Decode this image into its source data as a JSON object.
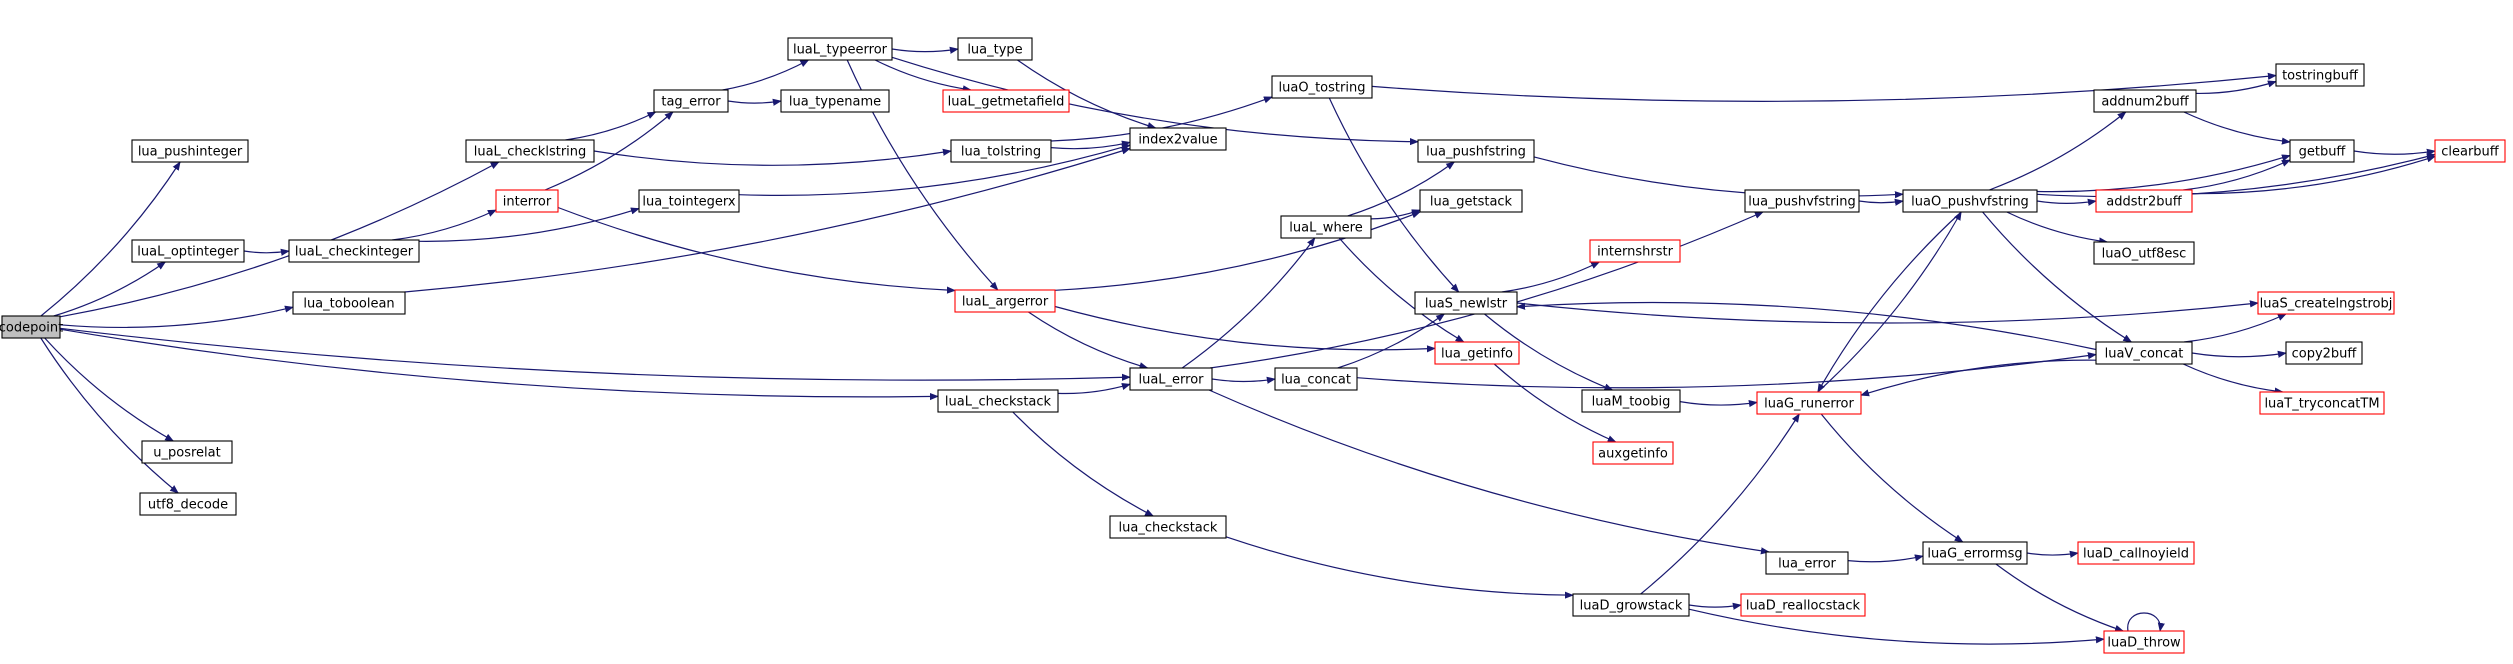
{
  "colors": {
    "edge": "#191970",
    "node_border": "#000000",
    "truncated_border": "#ff0000",
    "root_fill": "#bfbfbf"
  },
  "nodes": [
    {
      "id": "codepoint",
      "label": "codepoint",
      "root": true
    },
    {
      "id": "lua_pushinteger",
      "label": "lua_pushinteger"
    },
    {
      "id": "luaL_optinteger",
      "label": "luaL_optinteger"
    },
    {
      "id": "u_posrelat",
      "label": "u_posrelat"
    },
    {
      "id": "utf8_decode",
      "label": "utf8_decode"
    },
    {
      "id": "luaL_checklstring",
      "label": "luaL_checklstring"
    },
    {
      "id": "luaL_checkinteger",
      "label": "luaL_checkinteger"
    },
    {
      "id": "lua_toboolean",
      "label": "lua_toboolean"
    },
    {
      "id": "luaL_checkstack",
      "label": "luaL_checkstack"
    },
    {
      "id": "tag_error",
      "label": "tag_error"
    },
    {
      "id": "interror",
      "label": "interror",
      "red": true
    },
    {
      "id": "luaL_typeerror",
      "label": "luaL_typeerror"
    },
    {
      "id": "lua_typename",
      "label": "lua_typename"
    },
    {
      "id": "lua_type",
      "label": "lua_type"
    },
    {
      "id": "luaL_getmetafield",
      "label": "luaL_getmetafield",
      "red": true
    },
    {
      "id": "lua_tolstring",
      "label": "lua_tolstring"
    },
    {
      "id": "lua_tointegerx",
      "label": "lua_tointegerx"
    },
    {
      "id": "luaL_argerror",
      "label": "luaL_argerror",
      "red": true
    },
    {
      "id": "index2value",
      "label": "index2value"
    },
    {
      "id": "luaO_tostring",
      "label": "luaO_tostring"
    },
    {
      "id": "luaL_error",
      "label": "luaL_error"
    },
    {
      "id": "lua_checkstack",
      "label": "lua_checkstack"
    },
    {
      "id": "luaL_where",
      "label": "luaL_where"
    },
    {
      "id": "lua_concat",
      "label": "lua_concat"
    },
    {
      "id": "lua_pushfstring",
      "label": "lua_pushfstring"
    },
    {
      "id": "lua_getstack",
      "label": "lua_getstack"
    },
    {
      "id": "luaS_newlstr",
      "label": "luaS_newlstr"
    },
    {
      "id": "internshrstr",
      "label": "internshrstr",
      "red": true
    },
    {
      "id": "lua_getinfo",
      "label": "lua_getinfo",
      "red": true
    },
    {
      "id": "luaM_toobig",
      "label": "luaM_toobig"
    },
    {
      "id": "auxgetinfo",
      "label": "auxgetinfo",
      "red": true
    },
    {
      "id": "lua_pushvfstring",
      "label": "lua_pushvfstring"
    },
    {
      "id": "luaG_runerror",
      "label": "luaG_runerror",
      "red": true
    },
    {
      "id": "lua_error",
      "label": "lua_error"
    },
    {
      "id": "luaD_growstack",
      "label": "luaD_growstack"
    },
    {
      "id": "luaO_pushvfstring",
      "label": "luaO_pushvfstring"
    },
    {
      "id": "addnum2buff",
      "label": "addnum2buff"
    },
    {
      "id": "addstr2buff",
      "label": "addstr2buff",
      "red": true
    },
    {
      "id": "luaO_utf8esc",
      "label": "luaO_utf8esc"
    },
    {
      "id": "luaV_concat",
      "label": "luaV_concat"
    },
    {
      "id": "luaG_errormsg",
      "label": "luaG_errormsg"
    },
    {
      "id": "luaD_reallocstack",
      "label": "luaD_reallocstack",
      "red": true
    },
    {
      "id": "tostringbuff",
      "label": "tostringbuff"
    },
    {
      "id": "getbuff",
      "label": "getbuff"
    },
    {
      "id": "luaS_createlngstrobj",
      "label": "luaS_createlngstrobj",
      "red": true
    },
    {
      "id": "copy2buff",
      "label": "copy2buff"
    },
    {
      "id": "luaT_tryconcatTM",
      "label": "luaT_tryconcatTM",
      "red": true
    },
    {
      "id": "luaD_callnoyield",
      "label": "luaD_callnoyield",
      "red": true
    },
    {
      "id": "luaD_throw",
      "label": "luaD_throw",
      "red": true
    },
    {
      "id": "clearbuff",
      "label": "clearbuff",
      "red": true
    }
  ],
  "edges": [
    [
      "codepoint",
      "lua_pushinteger"
    ],
    [
      "codepoint",
      "luaL_checklstring"
    ],
    [
      "codepoint",
      "luaL_optinteger"
    ],
    [
      "codepoint",
      "lua_toboolean"
    ],
    [
      "codepoint",
      "luaL_error"
    ],
    [
      "codepoint",
      "luaL_checkstack"
    ],
    [
      "codepoint",
      "u_posrelat"
    ],
    [
      "codepoint",
      "utf8_decode"
    ],
    [
      "luaL_checklstring",
      "tag_error"
    ],
    [
      "luaL_checklstring",
      "lua_tolstring"
    ],
    [
      "luaL_optinteger",
      "luaL_checkinteger"
    ],
    [
      "luaL_checkinteger",
      "interror"
    ],
    [
      "luaL_checkinteger",
      "lua_tointegerx"
    ],
    [
      "lua_toboolean",
      "index2value"
    ],
    [
      "luaL_checkstack",
      "luaL_error"
    ],
    [
      "luaL_checkstack",
      "lua_checkstack"
    ],
    [
      "tag_error",
      "luaL_typeerror"
    ],
    [
      "tag_error",
      "lua_typename"
    ],
    [
      "interror",
      "tag_error"
    ],
    [
      "interror",
      "luaL_argerror"
    ],
    [
      "luaL_typeerror",
      "lua_type"
    ],
    [
      "luaL_typeerror",
      "luaL_getmetafield"
    ],
    [
      "luaL_typeerror",
      "lua_pushfstring"
    ],
    [
      "luaL_typeerror",
      "luaL_argerror"
    ],
    [
      "lua_type",
      "index2value"
    ],
    [
      "lua_tolstring",
      "index2value"
    ],
    [
      "lua_tolstring",
      "luaO_tostring"
    ],
    [
      "lua_tointegerx",
      "index2value"
    ],
    [
      "luaL_argerror",
      "lua_getstack"
    ],
    [
      "luaL_argerror",
      "lua_getinfo"
    ],
    [
      "luaL_argerror",
      "luaL_error"
    ],
    [
      "luaO_tostring",
      "tostringbuff"
    ],
    [
      "luaO_tostring",
      "luaS_newlstr"
    ],
    [
      "luaL_error",
      "luaL_where"
    ],
    [
      "luaL_error",
      "lua_pushvfstring"
    ],
    [
      "luaL_error",
      "lua_concat"
    ],
    [
      "luaL_error",
      "lua_error"
    ],
    [
      "luaL_where",
      "lua_getstack"
    ],
    [
      "luaL_where",
      "lua_getinfo"
    ],
    [
      "luaL_where",
      "lua_pushfstring"
    ],
    [
      "lua_concat",
      "luaS_newlstr"
    ],
    [
      "lua_concat",
      "luaV_concat"
    ],
    [
      "lua_pushfstring",
      "luaO_pushvfstring"
    ],
    [
      "lua_checkstack",
      "luaD_growstack"
    ],
    [
      "luaS_newlstr",
      "internshrstr"
    ],
    [
      "luaS_newlstr",
      "luaS_createlngstrobj"
    ],
    [
      "luaS_newlstr",
      "luaM_toobig"
    ],
    [
      "lua_getinfo",
      "auxgetinfo"
    ],
    [
      "luaM_toobig",
      "luaG_runerror"
    ],
    [
      "lua_pushvfstring",
      "luaO_pushvfstring"
    ],
    [
      "luaG_runerror",
      "luaO_pushvfstring"
    ],
    [
      "luaG_runerror",
      "luaG_errormsg"
    ],
    [
      "lua_error",
      "luaG_errormsg"
    ],
    [
      "luaD_growstack",
      "luaG_runerror"
    ],
    [
      "luaD_growstack",
      "luaD_reallocstack"
    ],
    [
      "luaD_growstack",
      "luaD_throw"
    ],
    [
      "luaO_pushvfstring",
      "addnum2buff"
    ],
    [
      "luaO_pushvfstring",
      "getbuff"
    ],
    [
      "luaO_pushvfstring",
      "addstr2buff"
    ],
    [
      "luaO_pushvfstring",
      "luaO_utf8esc"
    ],
    [
      "luaO_pushvfstring",
      "luaG_runerror"
    ],
    [
      "luaO_pushvfstring",
      "luaV_concat"
    ],
    [
      "luaO_pushvfstring",
      "clearbuff"
    ],
    [
      "addnum2buff",
      "tostringbuff"
    ],
    [
      "addnum2buff",
      "getbuff"
    ],
    [
      "addstr2buff",
      "getbuff"
    ],
    [
      "addstr2buff",
      "clearbuff"
    ],
    [
      "getbuff",
      "clearbuff"
    ],
    [
      "luaV_concat",
      "luaS_createlngstrobj"
    ],
    [
      "luaV_concat",
      "copy2buff"
    ],
    [
      "luaV_concat",
      "luaT_tryconcatTM"
    ],
    [
      "luaV_concat",
      "luaS_newlstr"
    ],
    [
      "luaV_concat",
      "luaG_runerror"
    ],
    [
      "luaG_errormsg",
      "luaD_callnoyield"
    ],
    [
      "luaG_errormsg",
      "luaD_throw"
    ],
    [
      "luaD_throw",
      "luaD_throw"
    ]
  ]
}
